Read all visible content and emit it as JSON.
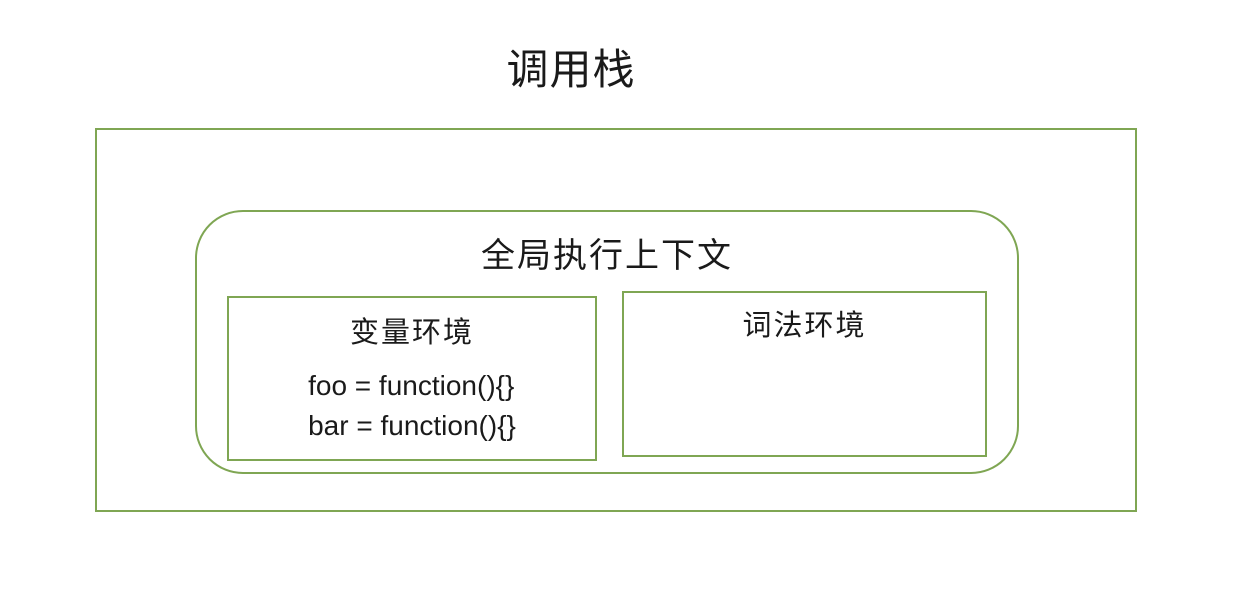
{
  "diagram": {
    "title": "调用栈",
    "colors": {
      "border": "#7fa653",
      "text": "#1a1a1a"
    },
    "global_context": {
      "title": "全局执行上下文",
      "variable_environment": {
        "title": "变量环境",
        "lines": [
          "foo = function(){}",
          "bar = function(){}"
        ]
      },
      "lexical_environment": {
        "title": "词法环境"
      }
    }
  }
}
